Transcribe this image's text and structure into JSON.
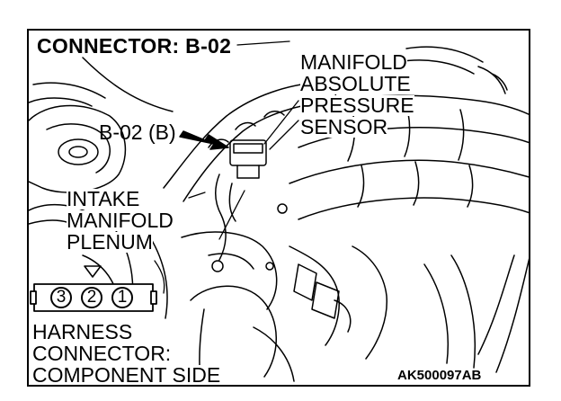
{
  "title": "CONNECTOR: B-02",
  "sensor_label": [
    "MANIFOLD",
    "ABSOLUTE",
    "PRESSURE",
    "SENSOR"
  ],
  "connector_callout": "B-02 (B)",
  "intake_label": [
    "INTAKE",
    "MANIFOLD",
    "PLENUM"
  ],
  "pins": [
    "3",
    "2",
    "1"
  ],
  "harness_label": [
    "HARNESS",
    "CONNECTOR:",
    "COMPONENT SIDE"
  ],
  "figure_code": "AK500097AB",
  "icons": {
    "pointer": "arrow-icon",
    "key": "triangle-key-icon"
  },
  "colors": {
    "ink": "#000000",
    "background": "#ffffff"
  }
}
